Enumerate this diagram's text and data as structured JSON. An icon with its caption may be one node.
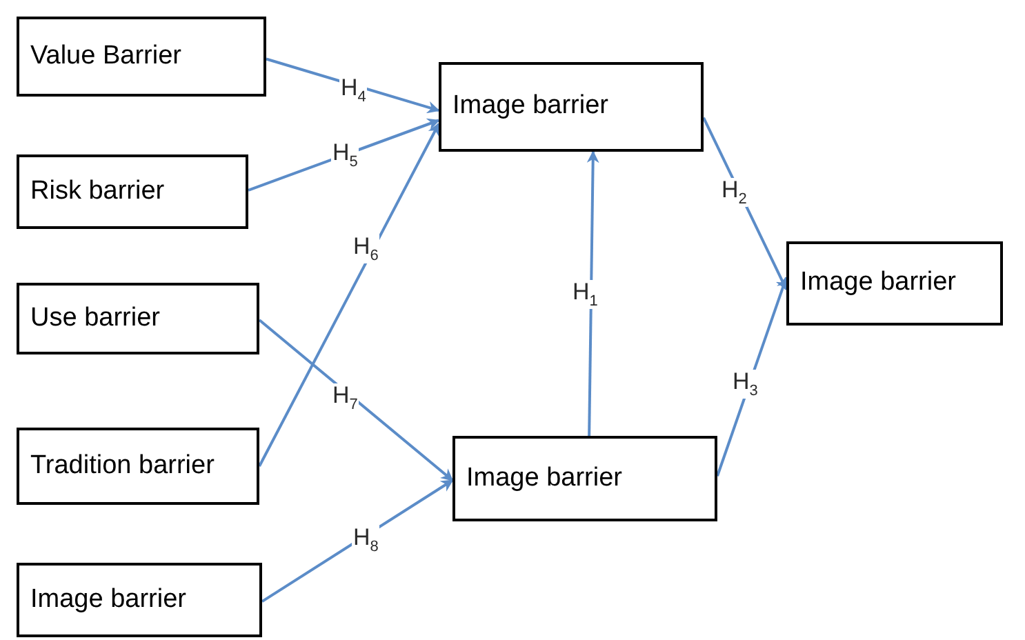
{
  "diagram": {
    "nodes": [
      {
        "text": [
          "Value Barrier"
        ]
      },
      {
        "text": [
          "Risk barrier"
        ]
      },
      {
        "text": [
          "Use barrier"
        ]
      },
      {
        "text": [
          "Tradition barrier"
        ]
      },
      {
        "text": [
          "Image barrier"
        ]
      },
      {
        "text": [
          "Image barrier"
        ]
      },
      {
        "text": [
          "Image barrier"
        ]
      },
      {
        "text": [
          "Image barrier"
        ]
      }
    ],
    "edges": [
      {
        "from": 0,
        "to": 5,
        "arrow": "to",
        "label": "H$_{4}$"
      },
      {
        "from": 1,
        "to": 5,
        "arrow": "to",
        "label": "H$_{5}$"
      },
      {
        "from": 3,
        "to": 5,
        "arrow": "to",
        "label": "H$_{6}$"
      },
      {
        "from": 2,
        "to": 6,
        "arrow": "to",
        "label": "H$_{7}$"
      },
      {
        "from": 4,
        "to": 6,
        "arrow": "to",
        "label": "H$_{8}$"
      },
      {
        "from": 6,
        "to": 5,
        "arrow": "to",
        "label": "H$_{1}$"
      },
      {
        "from": 5,
        "to": 7,
        "arrow": "to",
        "label": "H$_{2}$"
      },
      {
        "from": 6,
        "to": 7,
        "arrow": "to",
        "label": "H$_{3}$"
      }
    ]
  }
}
